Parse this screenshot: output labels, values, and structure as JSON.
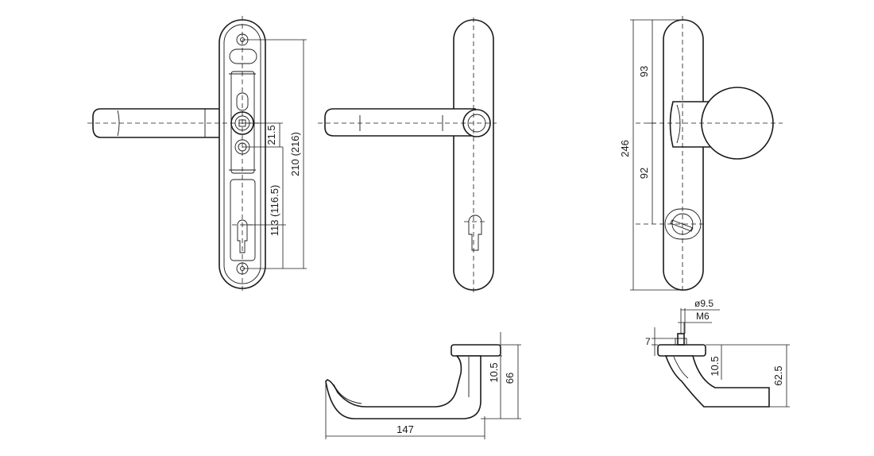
{
  "dimensions": {
    "front_spindle_to_cylinder": "21.5",
    "front_plate_length": "210 (216)",
    "front_cylinder_offset": "113 (116.5)",
    "knob_upper": "93",
    "knob_lower": "92",
    "knob_plate_length": "246",
    "lever_projection": "147",
    "lever_height": "66",
    "lever_rose_height": "10.5",
    "knob_diameter": "ø9.5",
    "knob_thread": "M6",
    "knob_rose_height": "7",
    "knob_side_rose": "10.5",
    "knob_side_height": "62.5"
  }
}
